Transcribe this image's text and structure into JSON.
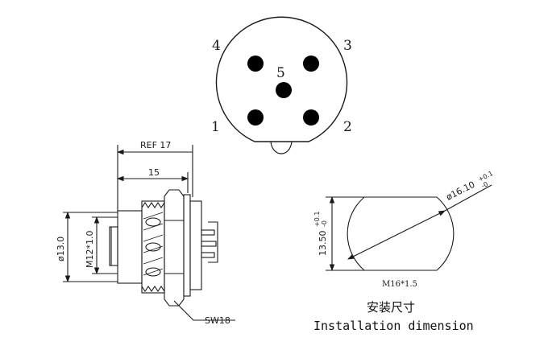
{
  "face_view": {
    "pins": [
      {
        "id": "pin1",
        "label": "1"
      },
      {
        "id": "pin2",
        "label": "2"
      },
      {
        "id": "pin3",
        "label": "3"
      },
      {
        "id": "pin4",
        "label": "4"
      },
      {
        "id": "pin5",
        "label": "5"
      }
    ]
  },
  "side_view": {
    "ref_dim": "REF 17",
    "length_dim": "15",
    "outer_dia": "ø13.0",
    "thread": "M12*1.0",
    "wrench": "SW18"
  },
  "cutout": {
    "diameter": "ø16.10",
    "diameter_tol_upper": "+0.1",
    "diameter_tol_lower": "-0",
    "flat": "13.50",
    "flat_tol_upper": "+0.1",
    "flat_tol_lower": "-0",
    "thread": "M16*1.5"
  },
  "caption": {
    "chinese": "安装尺寸",
    "english": "Installation dimension"
  }
}
